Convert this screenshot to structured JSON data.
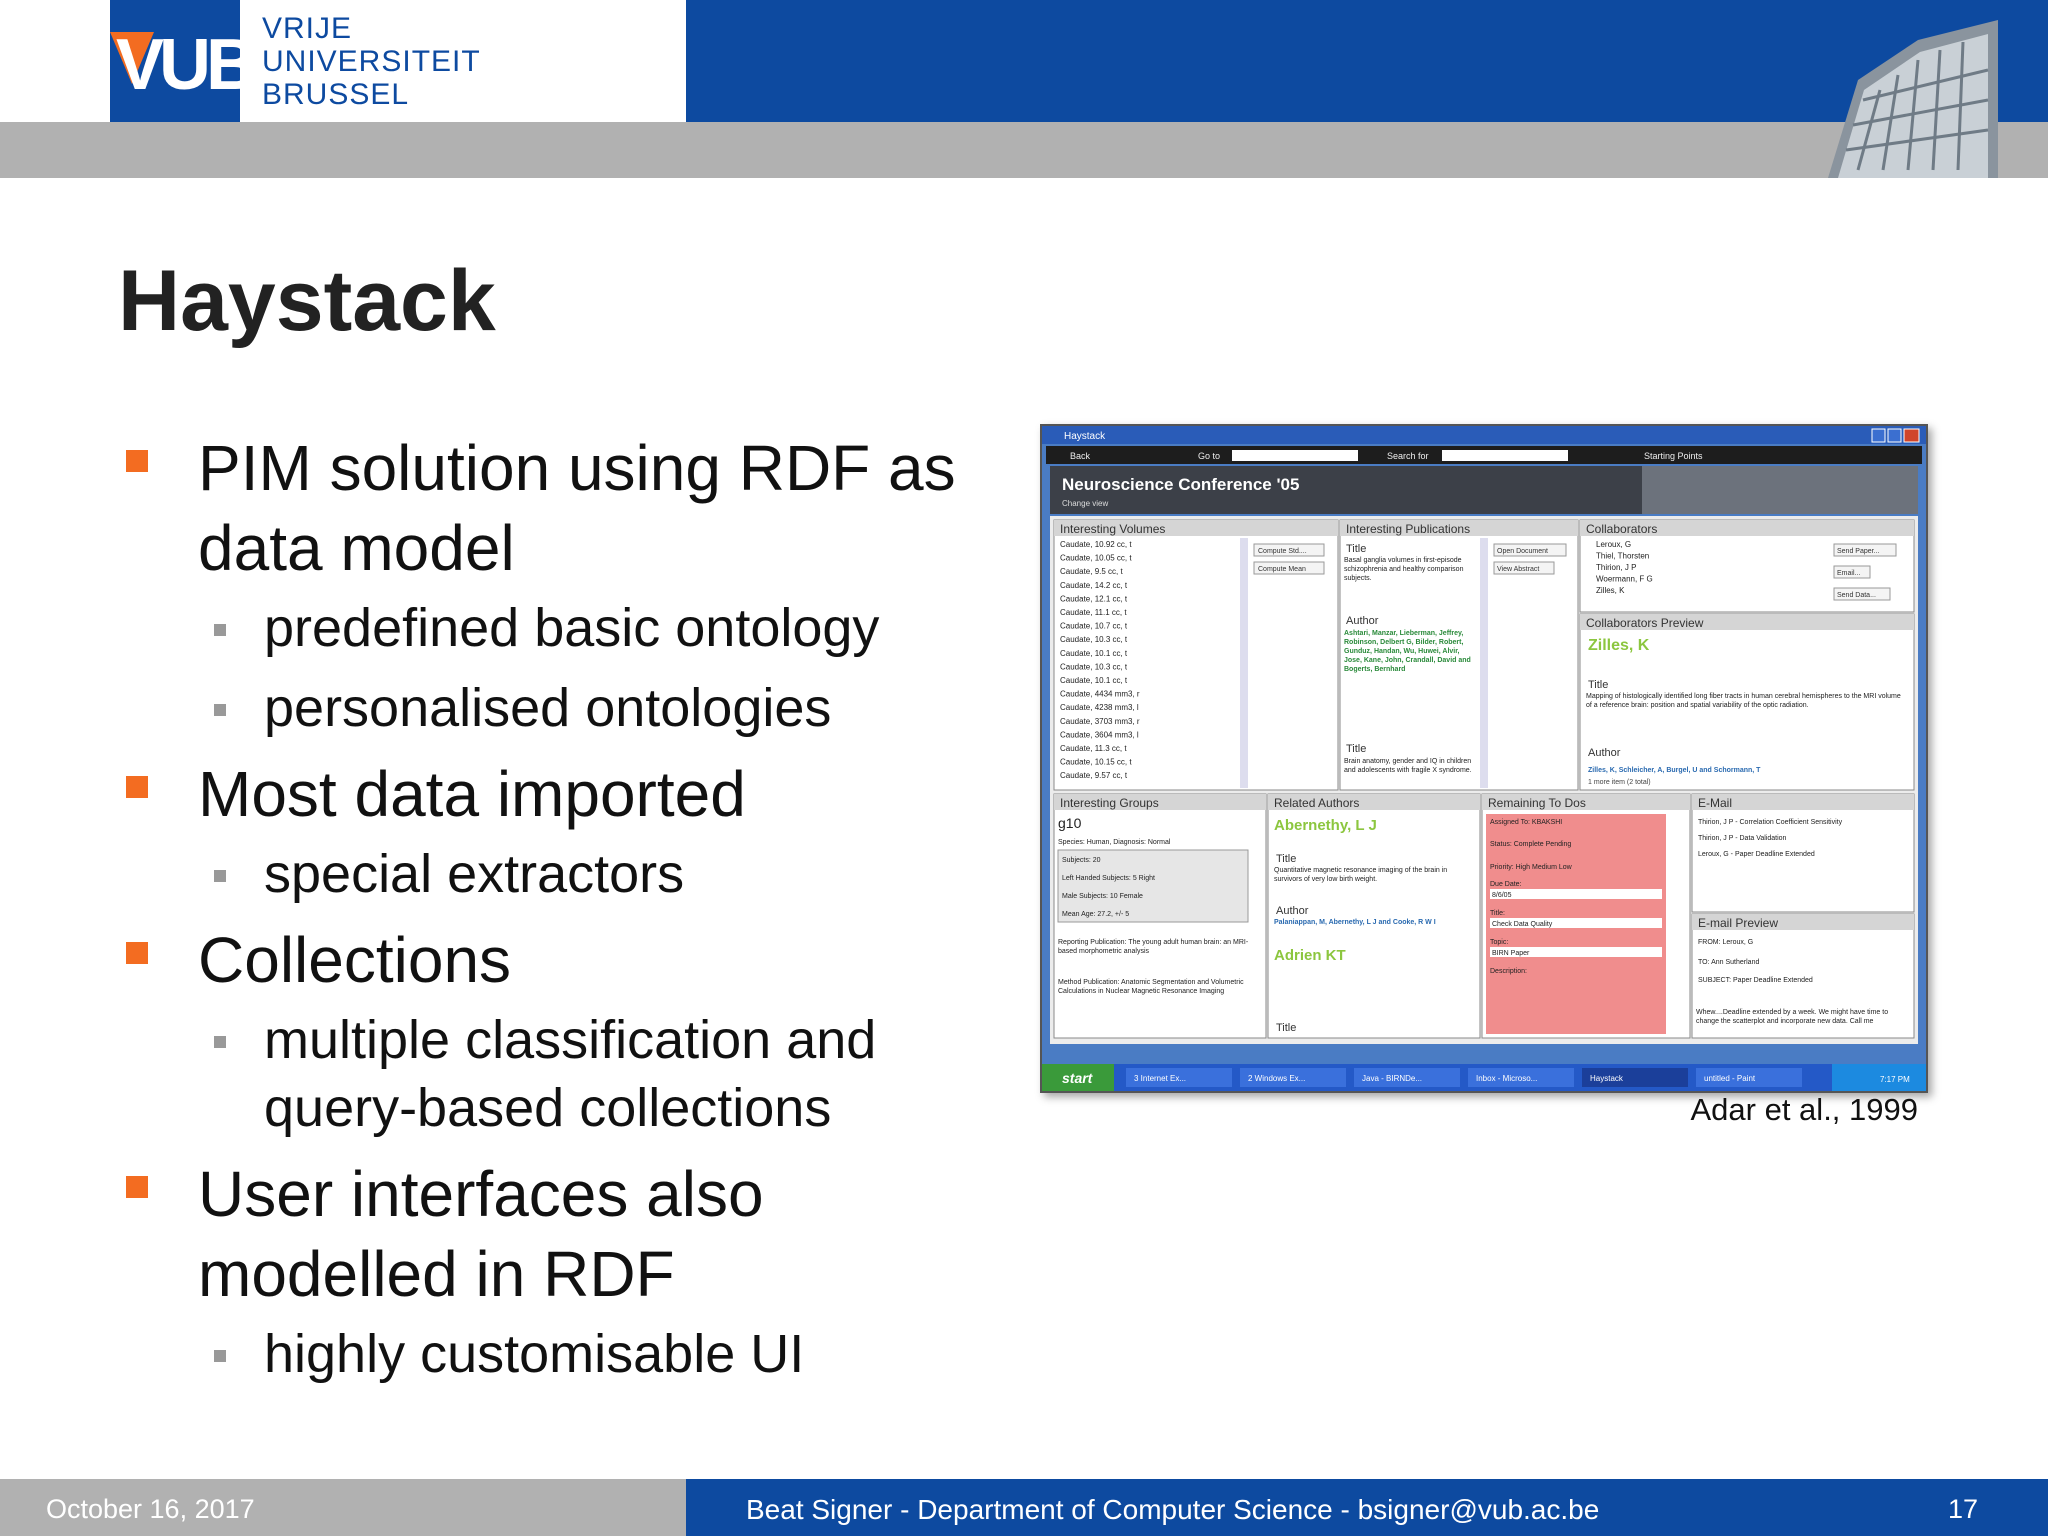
{
  "header": {
    "logo_letters": "VUB",
    "logo_lines": [
      "VRIJE",
      "UNIVERSITEIT",
      "BRUSSEL"
    ]
  },
  "slide": {
    "title": "Haystack",
    "bullets": [
      {
        "text": "PIM solution using RDF as data model",
        "subs": [
          "predefined basic ontology",
          "personalised ontologies"
        ]
      },
      {
        "text": "Most data imported",
        "subs": [
          "special extractors"
        ]
      },
      {
        "text": "Collections",
        "subs": [
          "multiple classification and query-based collections"
        ]
      },
      {
        "text": "User interfaces also modelled in RDF",
        "subs": [
          "highly customisable UI"
        ]
      }
    ],
    "caption": "Adar et al., 1999"
  },
  "screenshot": {
    "window_title": "Haystack",
    "toolbar": {
      "back": "Back",
      "goto": "Go to",
      "search": "Search for",
      "starting": "Starting Points"
    },
    "banner": "Neuroscience Conference '05",
    "change_view": "Change view",
    "panels": {
      "volumes": "Interesting Volumes",
      "publications": "Interesting Publications",
      "collaborators": "Collaborators",
      "collab_preview": "Collaborators Preview",
      "groups": "Interesting Groups",
      "related": "Related Authors",
      "todos": "Remaining To Dos",
      "email": "E-Mail",
      "email_preview": "E-mail Preview"
    },
    "volumes": [
      "Caudate, 10.92 cc, t",
      "Caudate, 10.05 cc, t",
      "Caudate, 9.5 cc, t",
      "Caudate, 14.2 cc, t",
      "Caudate, 12.1 cc, t",
      "Caudate, 11.1 cc, t",
      "Caudate, 10.7 cc, t",
      "Caudate, 10.3 cc, t",
      "Caudate, 10.1 cc, t",
      "Caudate, 10.3 cc, t",
      "Caudate, 10.1 cc, t",
      "Caudate, 4434 mm3, r",
      "Caudate, 4238 mm3, l",
      "Caudate, 3703 mm3, r",
      "Caudate, 3604 mm3, l",
      "Caudate, 11.3 cc, t",
      "Caudate, 10.15 cc, t",
      "Caudate, 9.57 cc, t"
    ],
    "volume_buttons": [
      "Compute Std....",
      "Compute Mean"
    ],
    "pub_buttons": [
      "Open Document",
      "View Abstract"
    ],
    "pub": {
      "title_label": "Title",
      "title1": "Basal ganglia volumes in first-episode schizophrenia and healthy comparison subjects.",
      "author_label": "Author",
      "authors": "Ashtari, Manzar, Lieberman, Jeffrey, Robinson, Delbert G, Bilder, Robert, Gunduz, Handan, Wu, Huwei, Alvir, Jose, Kane, John, Crandall, David and Bogerts, Bernhard",
      "title2_label": "Title",
      "title2": "Brain anatomy, gender and IQ in children and adolescents with fragile X syndrome."
    },
    "collaborators": [
      "Leroux, G",
      "Thiel, Thorsten",
      "Thirion, J P",
      "Woermann, F G",
      "Zilles, K"
    ],
    "collab_buttons": [
      "Send Paper...",
      "Email...",
      "Send Data..."
    ],
    "preview": {
      "name": "Zilles, K",
      "title_label": "Title",
      "title": "Mapping of histologically identified long fiber tracts in human cerebral hemispheres to the MRI volume of a reference brain: position and spatial variability of the optic radiation.",
      "author_label": "Author",
      "authors": "Zilles, K, Schleicher, A, Burgel, U and Schormann, T",
      "more": "1 more item (2 total)"
    },
    "group": {
      "name": "g10",
      "species": "Species: Human, Diagnosis: Normal",
      "subjects": "Subjects: 20",
      "left": "Left Handed Subjects: 5   Right",
      "male": "Male Subjects: 10         Female",
      "age": "Mean Age: 27.2, +/- 5",
      "reporting": "Reporting Publication: The young adult human brain: an MRI-based morphometric analysis",
      "method": "Method Publication: Anatomic Segmentation and Volumetric Calculations in Nuclear Magnetic Resonance Imaging"
    },
    "related": {
      "name1": "Abernethy, L J",
      "title_label": "Title",
      "title": "Quantitative magnetic resonance imaging of the brain in survivors of very low birth weight.",
      "author_label": "Author",
      "authors": "Palaniappan, M, Abernethy, L J and Cooke, R W I",
      "name2": "Adrien KT",
      "more": "Title"
    },
    "todo": {
      "assigned": "Assigned To:  KBAKSHI",
      "status": "Status:  Complete  Pending",
      "priority": "Priority:  High  Medium  Low",
      "due_label": "Due Date:",
      "due": "8/6/05",
      "title_label": "Title:",
      "title": "Check Data Quality",
      "topic_label": "Topic:",
      "topic": "BIRN Paper",
      "desc_label": "Description:"
    },
    "emails": [
      "Thirion, J P - Correlation Coefficient Sensitivity",
      "Thirion, J P - Data Validation",
      "Leroux, G - Paper Deadline Extended"
    ],
    "email_preview": {
      "from": "FROM: Leroux, G",
      "to": "TO: Ann Sutherland",
      "subject": "SUBJECT: Paper Deadline Extended",
      "body": "Whew....Deadline extended by a week. We might have time to change the scatterplot and incorporate new data. Call me"
    },
    "taskbar": {
      "start": "start",
      "items": [
        "3 Internet Ex...",
        "2 Windows Ex...",
        "Java - BIRNDe...",
        "Inbox - Microso...",
        "Haystack",
        "untitled - Paint"
      ],
      "clock": "7:17 PM"
    }
  },
  "footer": {
    "date": "October 16, 2017",
    "author": "Beat Signer - Department of Computer Science - bsigner@vub.ac.be",
    "page": "17"
  }
}
